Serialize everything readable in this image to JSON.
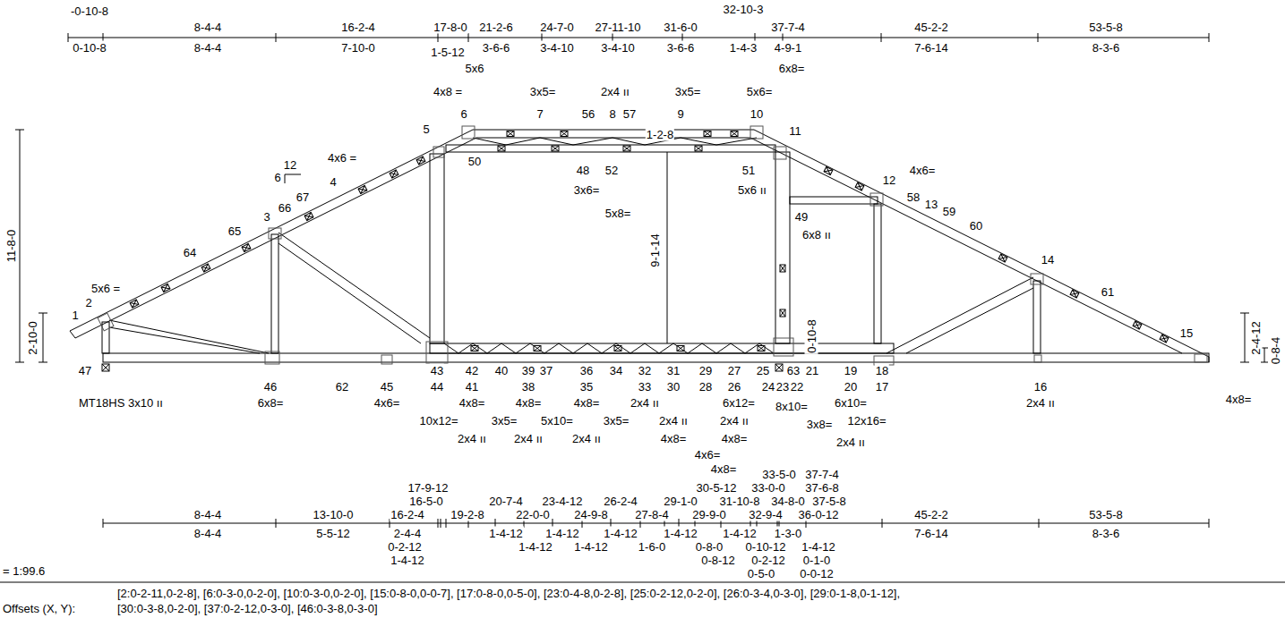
{
  "diagram": {
    "labels": [
      "-0-10-8",
      "8-4-4",
      "16-2-4",
      "17-8-0",
      "21-2-6",
      "24-7-0",
      "27-11-10",
      "31-6-0",
      "32-10-3",
      "37-7-4",
      "45-2-2",
      "53-5-8",
      "0-10-8",
      "8-4-4",
      "7-10-0",
      "1-5-12",
      "3-6-6",
      "3-4-10",
      "3-4-10",
      "3-6-6",
      "1-4-3",
      "4-9-1",
      "7-6-14",
      "8-3-6",
      "5x6",
      "6x8=",
      "4x8 =",
      "3x5=",
      "2x4 ıı",
      "3x5=",
      "5x6=",
      "6",
      "7",
      "56",
      "8",
      "57",
      "9",
      "10",
      "5",
      "11",
      "1-2-8",
      "50",
      "48",
      "52",
      "51",
      "3x6=",
      "5x6 ıı",
      "5x8=",
      "9-1-14",
      "49",
      "6x8 ıı",
      "4x6 =",
      "4",
      "67",
      "66",
      "3",
      "6",
      "12",
      "65",
      "64",
      "5x6 =",
      "1",
      "2",
      "12",
      "4x6=",
      "58",
      "13",
      "59",
      "60",
      "14",
      "61",
      "15",
      "11-8-0",
      "2-10-0",
      "2-4-12",
      "0-8-4",
      "0-10-8",
      "47",
      "43",
      "42",
      "40",
      "39",
      "37",
      "36",
      "34",
      "32",
      "31",
      "29",
      "27",
      "25",
      "63",
      "21",
      "19",
      "18",
      "46",
      "62",
      "45",
      "44",
      "41",
      "38",
      "35",
      "33",
      "30",
      "28",
      "26",
      "24",
      "23",
      "22",
      "20",
      "17",
      "16",
      "MT18HS 3x10 ıı",
      "6x8=",
      "4x6=",
      "4x8=",
      "4x8=",
      "4x8=",
      "2x4 ıı",
      "6x12=",
      "8x10=",
      "6x10=",
      "2x4 ıı",
      "4x8=",
      "10x12=",
      "3x5=",
      "5x10=",
      "3x5=",
      "2x4 ıı",
      "2x4 ıı",
      "3x8=",
      "12x16=",
      "2x4 ıı",
      "2x4 ıı",
      "2x4 ıı",
      "4x8=",
      "4x8=",
      "2x4 ıı",
      "4x6=",
      "4x8=",
      "33-5-0",
      "37-7-4",
      "17-9-12",
      "30-5-12",
      "33-0-0",
      "37-6-8",
      "16-5-0",
      "20-7-4",
      "23-4-12",
      "26-2-4",
      "29-1-0",
      "31-10-8",
      "34-8-0",
      "37-5-8",
      "8-4-4",
      "13-10-0",
      "16-2-4",
      "19-2-8",
      "22-0-0",
      "24-9-8",
      "27-8-4",
      "29-9-0",
      "32-9-4",
      "36-0-12",
      "45-2-2",
      "53-5-8",
      "8-4-4",
      "5-5-12",
      "2-4-4",
      "1-4-12",
      "1-4-12",
      "1-4-12",
      "1-4-12",
      "1-4-12",
      "1-3-0",
      "7-6-14",
      "8-3-6",
      "0-2-12",
      "1-4-12",
      "1-4-12",
      "1-6-0",
      "0-8-0",
      "0-10-12",
      "1-4-12",
      "1-4-12",
      "0-8-12",
      "0-2-12",
      "0-1-0",
      "0-5-0",
      "0-0-12",
      "= 1:99.6",
      "[2:0-2-11,0-2-8], [6:0-3-0,0-2-0], [10:0-3-0,0-2-0], [15:0-8-0,0-0-7], [17:0-8-0,0-5-0], [23:0-4-8,0-2-8], [25:0-2-12,0-2-0], [26:0-3-4,0-3-0], [29:0-1-8,0-1-12],",
      "Offsets (X, Y):",
      "[30:0-3-8,0-2-0], [37:0-2-12,0-3-0], [46:0-3-8,0-3-0]"
    ]
  }
}
